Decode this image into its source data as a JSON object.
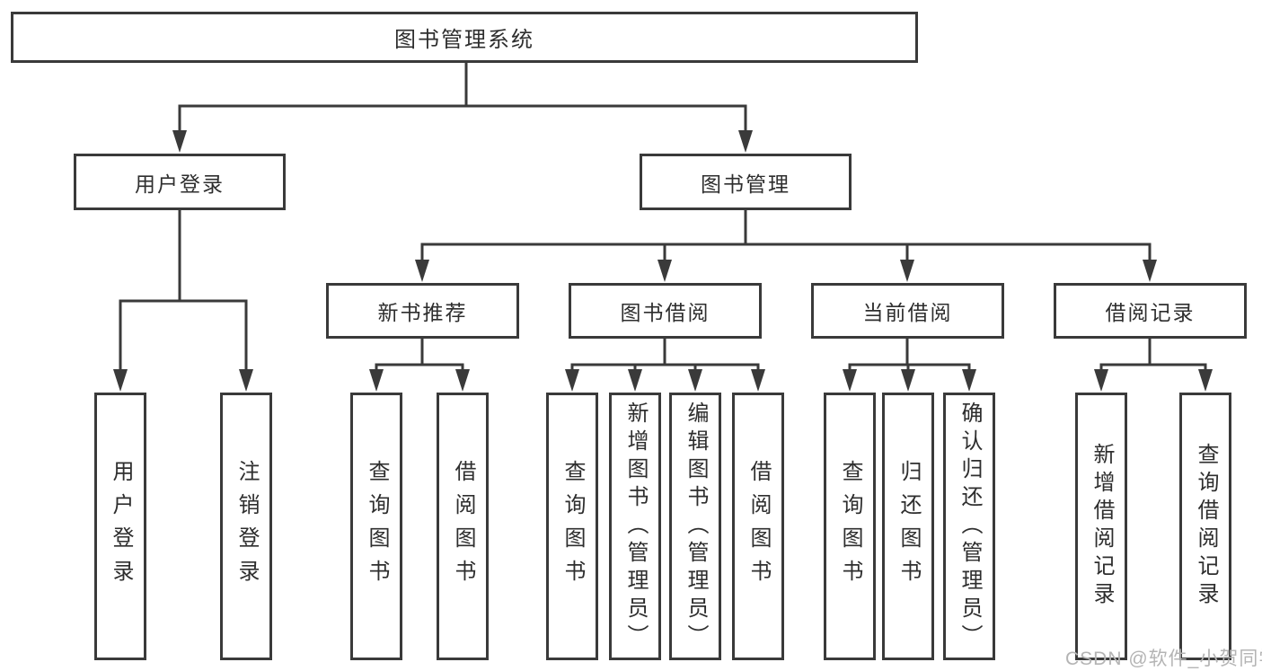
{
  "colors": {
    "line": "#3a3a3a",
    "text": "#2e2e2e",
    "watermark": "#b4b4b4",
    "background": "#ffffff"
  },
  "tree": {
    "root": {
      "label": "图书管理系统"
    },
    "branches": [
      {
        "label": "用户登录",
        "children": [
          {
            "label": "用户登录"
          },
          {
            "label": "注销登录"
          }
        ]
      },
      {
        "label": "图书管理",
        "children": [
          {
            "label": "新书推荐",
            "children": [
              {
                "label": "查询图书"
              },
              {
                "label": "借阅图书"
              }
            ]
          },
          {
            "label": "图书借阅",
            "children": [
              {
                "label": "查询图书"
              },
              {
                "label": "新增图书（管理员）"
              },
              {
                "label": "编辑图书（管理员）"
              },
              {
                "label": "借阅图书"
              }
            ]
          },
          {
            "label": "当前借阅",
            "children": [
              {
                "label": "查询图书"
              },
              {
                "label": "归还图书"
              },
              {
                "label": "确认归还（管理员）"
              }
            ]
          },
          {
            "label": "借阅记录",
            "children": [
              {
                "label": "新增借阅记录"
              },
              {
                "label": "查询借阅记录"
              }
            ]
          }
        ]
      }
    ]
  },
  "watermark": {
    "text": "CSDN @软件_小贺同学"
  }
}
